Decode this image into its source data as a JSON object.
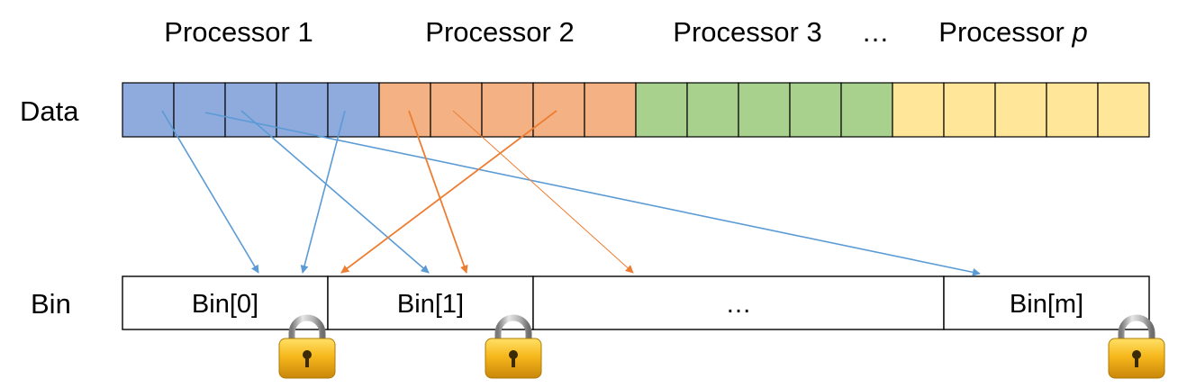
{
  "processors": [
    {
      "label": "Processor 1",
      "color": "#8faadc",
      "cells": 5
    },
    {
      "label": "Processor 2",
      "color": "#f4b183",
      "cells": 5
    },
    {
      "label": "Processor 3",
      "color": "#a9d18e",
      "cells": 5
    },
    {
      "label": "Processor ",
      "label_var": "p",
      "color": "#ffe699",
      "cells": 5
    }
  ],
  "processor_ellipsis": "…",
  "data_row_label": "Data",
  "bin_row_label": "Bin",
  "bins": [
    {
      "label": "Bin[0]",
      "locked": true
    },
    {
      "label": "Bin[1]",
      "locked": true
    },
    {
      "label": "…",
      "locked": false
    },
    {
      "label": "Bin[m]",
      "locked": true
    }
  ],
  "arrow_colors": {
    "processor_1": "#5b9bd5",
    "processor_2": "#ed7d31"
  },
  "lock_icon": "padlock-icon"
}
